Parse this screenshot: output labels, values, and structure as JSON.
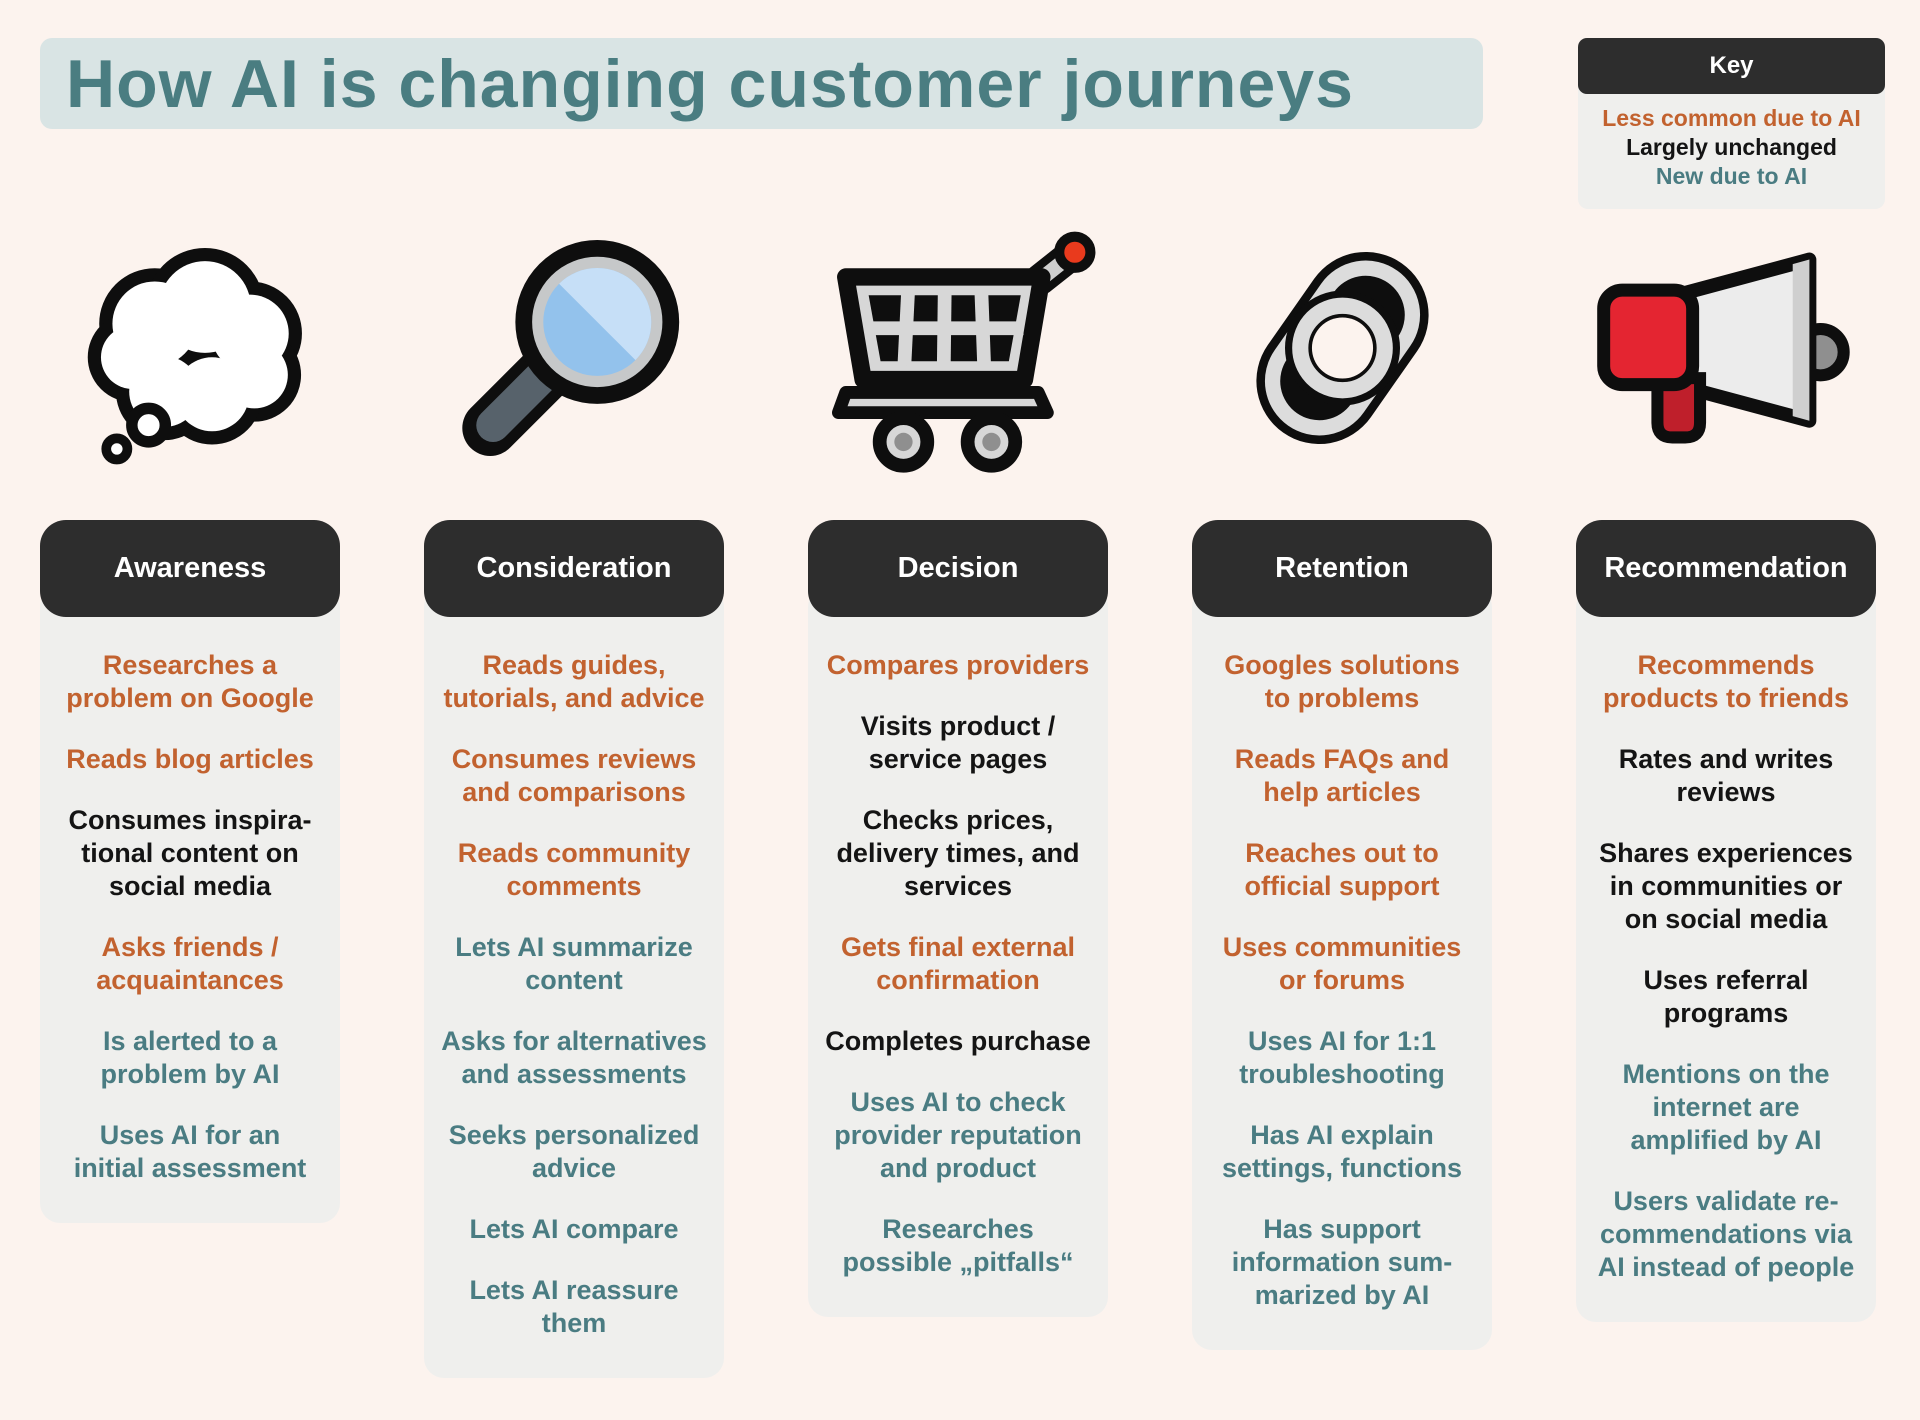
{
  "page": {
    "title": "How AI is changing customer journeys"
  },
  "key": {
    "title": "Key",
    "entries": [
      {
        "label": "Less common due to AI",
        "tone": "orange"
      },
      {
        "label": "Largely unchanged",
        "tone": "black"
      },
      {
        "label": "New due to AI",
        "tone": "teal"
      }
    ]
  },
  "colors": {
    "background": "#fcf3ee",
    "title_band": "#d9e4e4",
    "title_text": "#4a7d81",
    "header_bg": "#2d2d2d",
    "header_text": "#ffffff",
    "panel_bg": "#efefed",
    "less_common_orange": "#c2622f",
    "unchanged_black": "#141414",
    "new_ai_teal": "#4a7c82",
    "accent_red": "#e42531"
  },
  "columns": [
    {
      "header": "Awareness",
      "icon": "thought-bubble-icon",
      "items": [
        {
          "text": "Researches a\nproblem on Google",
          "tone": "orange"
        },
        {
          "text": "Reads blog articles",
          "tone": "orange"
        },
        {
          "text": "Consumes inspira-\ntional content on\nsocial media",
          "tone": "black"
        },
        {
          "text": "Asks friends /\nacquaintances",
          "tone": "orange"
        },
        {
          "text": "Is alerted to a\nproblem by AI",
          "tone": "teal"
        },
        {
          "text": "Uses AI for an\ninitial assessment",
          "tone": "teal"
        }
      ]
    },
    {
      "header": "Consideration",
      "icon": "magnifying-glass-icon",
      "items": [
        {
          "text": "Reads guides,\ntutorials, and advice",
          "tone": "orange"
        },
        {
          "text": "Consumes reviews\nand comparisons",
          "tone": "orange"
        },
        {
          "text": "Reads community\ncomments",
          "tone": "orange"
        },
        {
          "text": "Lets AI summarize\ncontent",
          "tone": "teal"
        },
        {
          "text": "Asks for alternatives\nand assessments",
          "tone": "teal"
        },
        {
          "text": "Seeks personalized\nadvice",
          "tone": "teal"
        },
        {
          "text": "Lets AI compare",
          "tone": "teal"
        },
        {
          "text": "Lets AI reassure\nthem",
          "tone": "teal"
        }
      ]
    },
    {
      "header": "Decision",
      "icon": "shopping-cart-icon",
      "items": [
        {
          "text": "Compares providers",
          "tone": "orange"
        },
        {
          "text": "Visits product /\nservice pages",
          "tone": "black"
        },
        {
          "text": "Checks prices,\ndelivery times, and\nservices",
          "tone": "black"
        },
        {
          "text": "Gets final external\nconfirmation",
          "tone": "orange"
        },
        {
          "text": "Completes purchase",
          "tone": "black"
        },
        {
          "text": "Uses AI to check\nprovider reputation\nand product",
          "tone": "teal"
        },
        {
          "text": "Researches\npossible „pitfalls“",
          "tone": "teal"
        }
      ]
    },
    {
      "header": "Retention",
      "icon": "chain-link-icon",
      "items": [
        {
          "text": "Googles solutions\nto problems",
          "tone": "orange"
        },
        {
          "text": "Reads FAQs and\nhelp articles",
          "tone": "orange"
        },
        {
          "text": "Reaches out to\nofficial support",
          "tone": "orange"
        },
        {
          "text": "Uses communities\nor forums",
          "tone": "orange"
        },
        {
          "text": "Uses AI for 1:1\ntroubleshooting",
          "tone": "teal"
        },
        {
          "text": "Has AI explain\nsettings, functions",
          "tone": "teal"
        },
        {
          "text": "Has support\ninformation sum-\nmarized by AI",
          "tone": "teal"
        }
      ]
    },
    {
      "header": "Recommendation",
      "icon": "megaphone-icon",
      "items": [
        {
          "text": "Recommends\nproducts to friends",
          "tone": "orange"
        },
        {
          "text": "Rates and writes\nreviews",
          "tone": "black"
        },
        {
          "text": "Shares experiences\nin communities or\non social media",
          "tone": "black"
        },
        {
          "text": "Uses referral\nprograms",
          "tone": "black"
        },
        {
          "text": "Mentions on the\ninternet are\namplified by AI",
          "tone": "teal"
        },
        {
          "text": "Users validate re-\ncommendations via\nAI instead of people",
          "tone": "teal"
        }
      ]
    }
  ]
}
